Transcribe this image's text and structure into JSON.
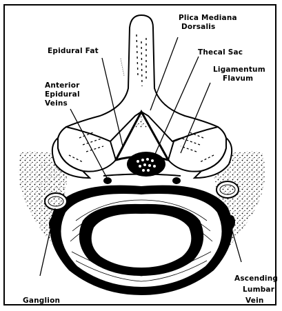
{
  "labels": {
    "plica_line1": "Plica Mediana",
    "plica_line2": "Dorsalis",
    "epidural_fat": "Epidural Fat",
    "thecal_sac": "Thecal Sac",
    "ligamentum_line1": "Ligamentum",
    "ligamentum_line2": "Flavum",
    "anterior_line1": "Anterior",
    "anterior_line2": "Epidural",
    "anterior_line3": "Veins",
    "ascending_line1": "Ascending",
    "ascending_line2": "Lumbar",
    "ascending_line3": "Vein",
    "ganglion": "Ganglion"
  }
}
